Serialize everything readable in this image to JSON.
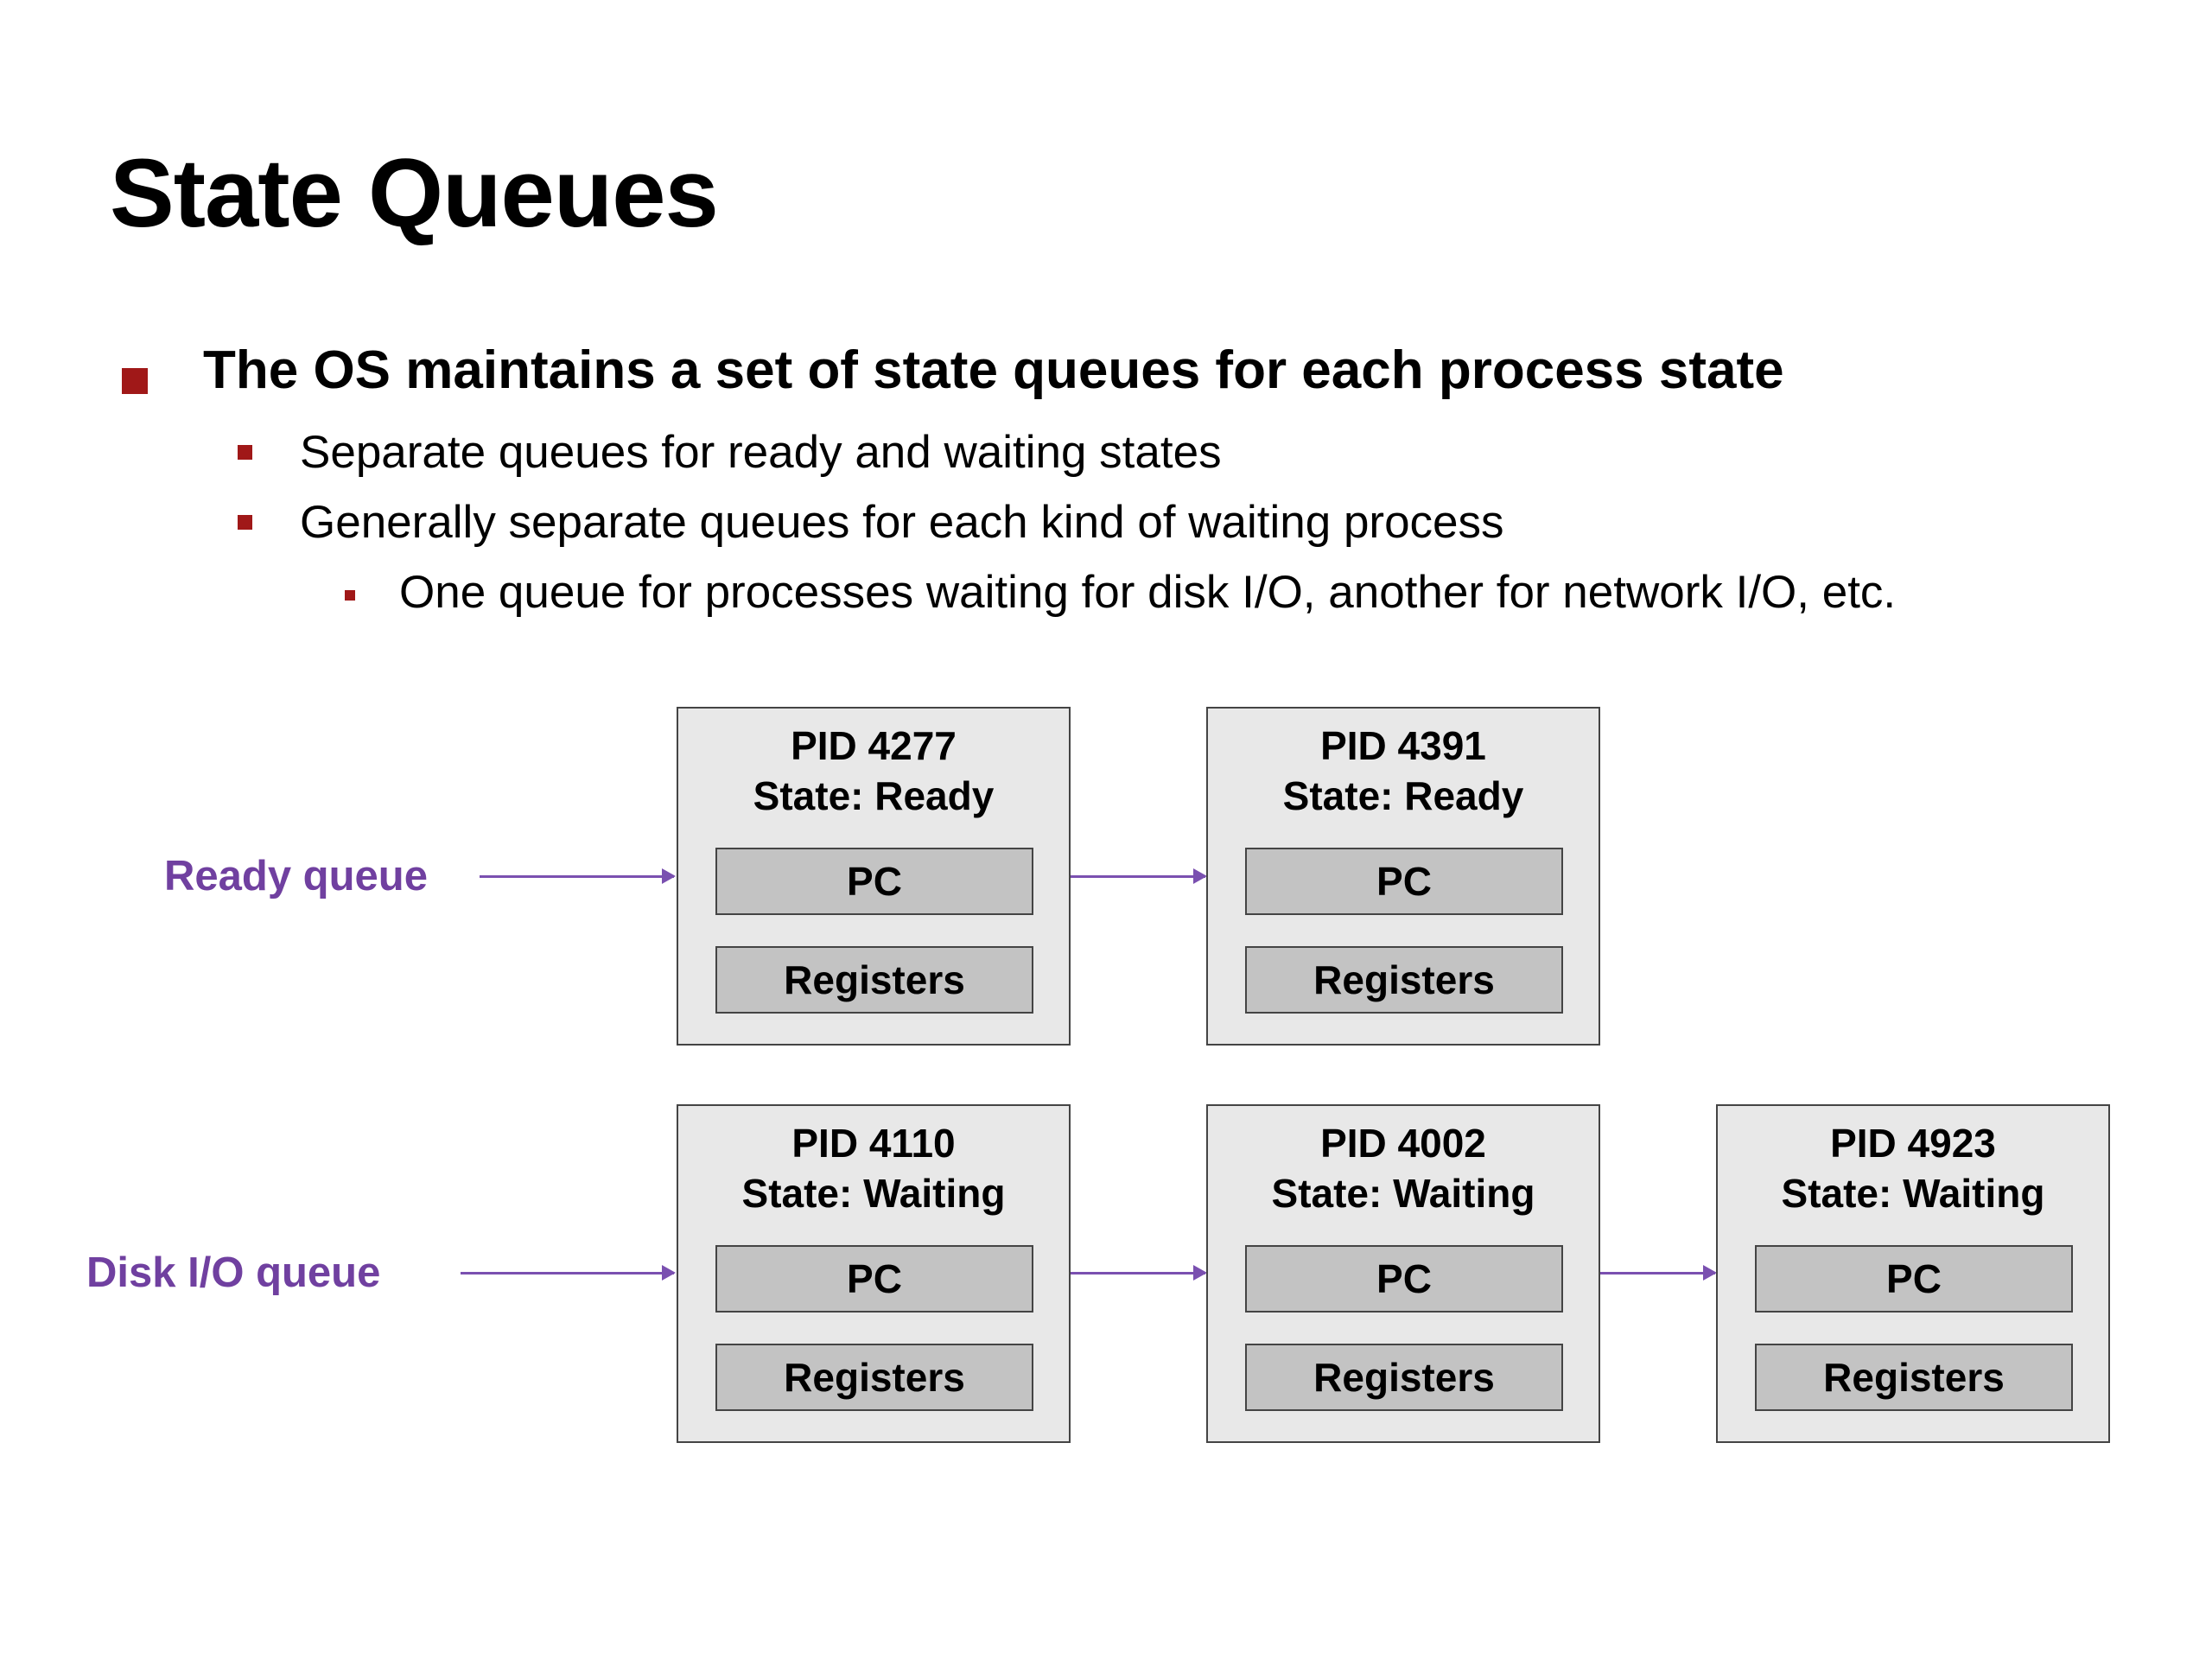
{
  "title": "State Queues",
  "colors": {
    "bullet": "#a01818",
    "queue_label": "#7040a0",
    "arrow": "#7a50b0"
  },
  "bullets": {
    "main": "The OS maintains a set of state queues for each process state",
    "sub1": "Separate queues for ready and waiting states",
    "sub2": "Generally separate queues for each kind of waiting process",
    "subsub1": "One queue for processes waiting for disk I/O, another for network I/O, etc."
  },
  "queues": [
    {
      "label": "Ready queue",
      "processes": [
        {
          "pid": "PID 4277",
          "state": "State: Ready",
          "pc": "PC",
          "registers": "Registers"
        },
        {
          "pid": "PID 4391",
          "state": "State: Ready",
          "pc": "PC",
          "registers": "Registers"
        }
      ]
    },
    {
      "label": "Disk I/O queue",
      "processes": [
        {
          "pid": "PID 4110",
          "state": "State: Waiting",
          "pc": "PC",
          "registers": "Registers"
        },
        {
          "pid": "PID 4002",
          "state": "State: Waiting",
          "pc": "PC",
          "registers": "Registers"
        },
        {
          "pid": "PID 4923",
          "state": "State: Waiting",
          "pc": "PC",
          "registers": "Registers"
        }
      ]
    }
  ]
}
